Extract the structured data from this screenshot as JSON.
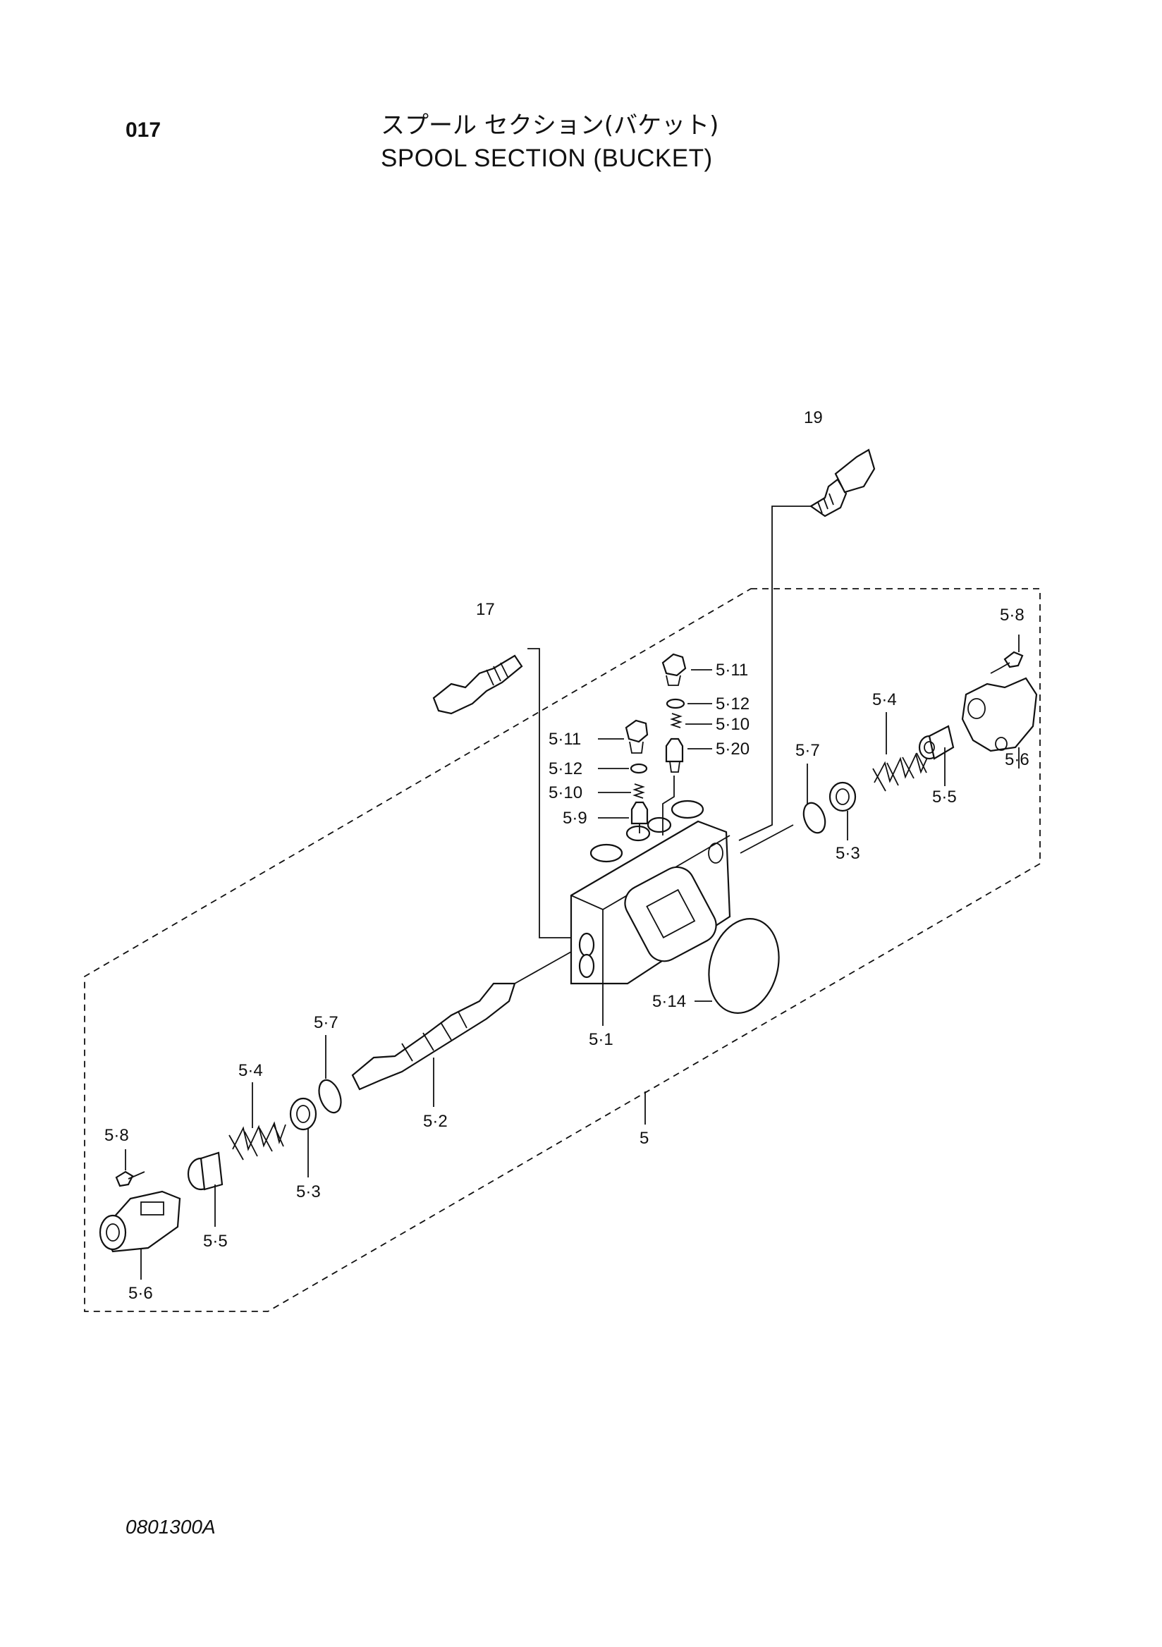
{
  "header": {
    "page_number": "017",
    "title_jp": "スプール セクション(バケット)",
    "title_en": "SPOOL SECTION (BUCKET)"
  },
  "footer": {
    "drawing_code": "0801300A"
  },
  "callouts": {
    "c19": "19",
    "c17": "17",
    "c5_8_right": "5·8",
    "c5_11_top": "5·11",
    "c5_12_top": "5·12",
    "c5_10_top": "5·10",
    "c5_20": "5·20",
    "c5_11_left": "5·11",
    "c5_12_left": "5·12",
    "c5_10_left": "5·10",
    "c5_9": "5·9",
    "c5_4_right": "5·4",
    "c5_7_right": "5·7",
    "c5_6_right": "5·6",
    "c5_5_right": "5·5",
    "c5_3_right": "5·3",
    "c5_14": "5·14",
    "c5_1": "5·1",
    "c5_7_left": "5·7",
    "c5_4_left": "5·4",
    "c5_2": "5·2",
    "c5": "5",
    "c5_8_left": "5·8",
    "c5_3_left": "5·3",
    "c5_5_left": "5·5",
    "c5_6_left": "5·6"
  }
}
